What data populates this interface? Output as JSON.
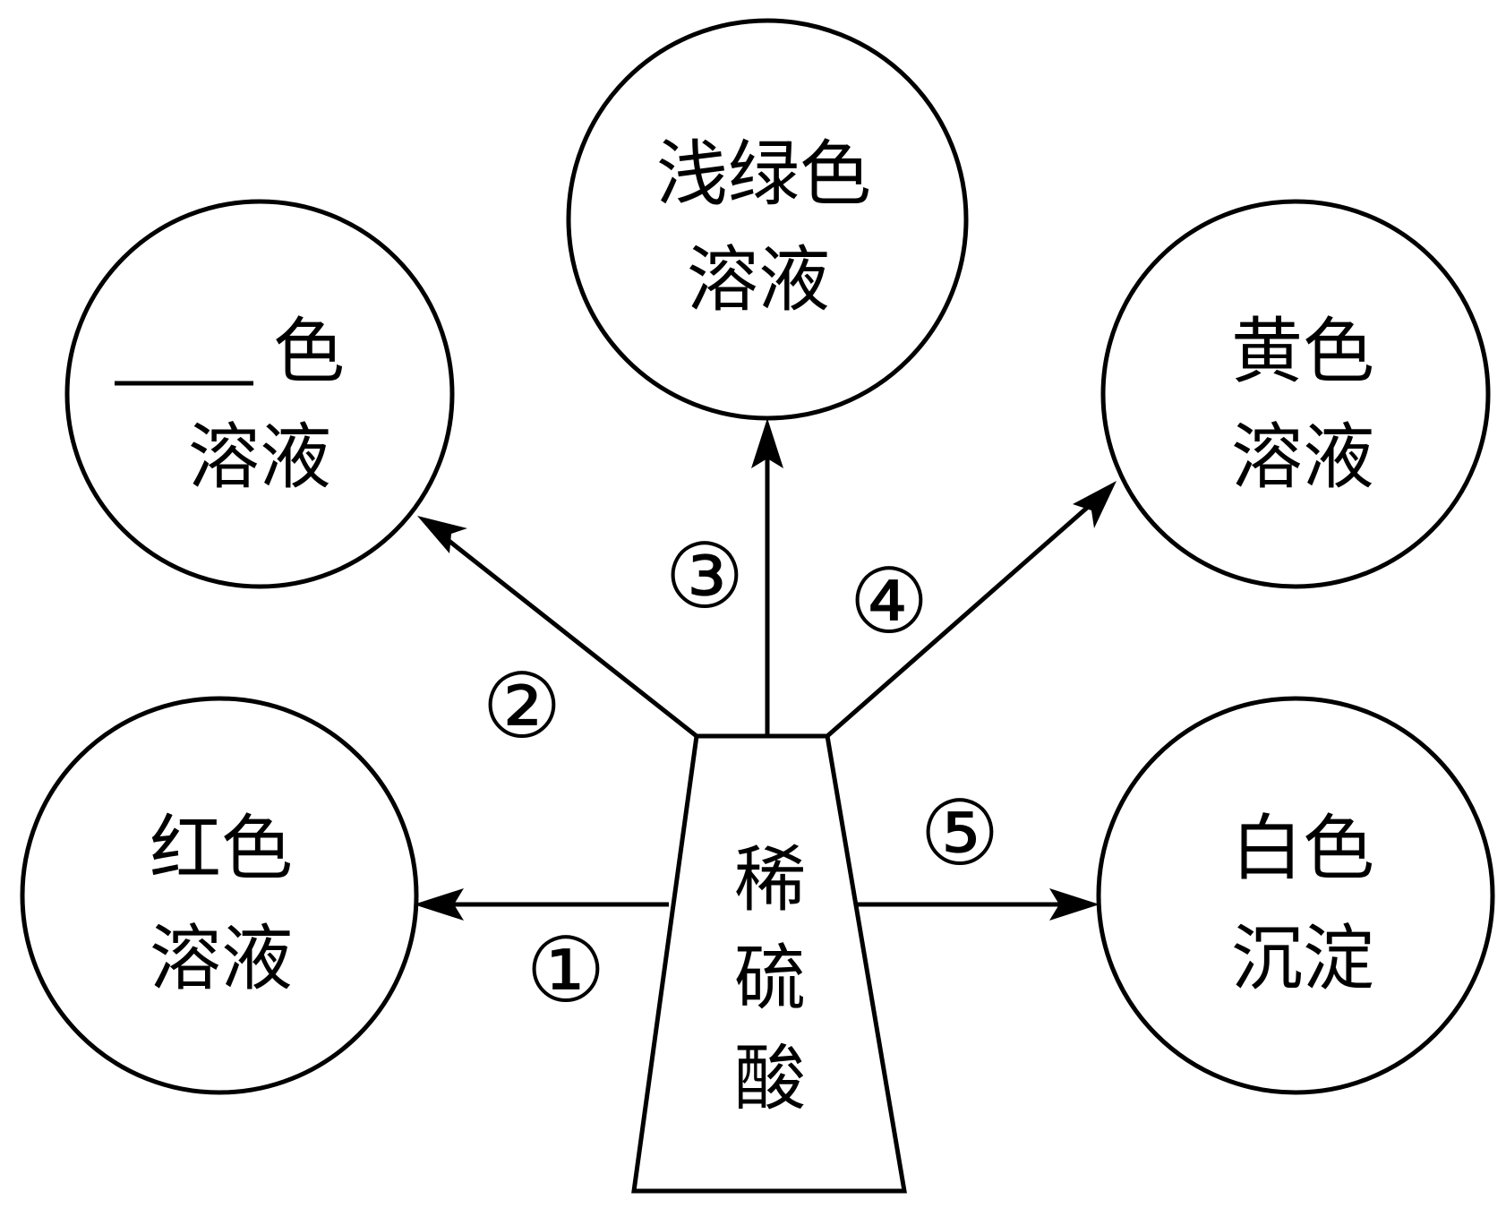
{
  "center": {
    "lines": [
      "稀",
      "硫",
      "酸"
    ]
  },
  "nodes": {
    "red": {
      "line1": "红色",
      "line2": "溶液"
    },
    "blank": {
      "line1": "色",
      "line2": "溶液"
    },
    "light_green": {
      "line1": "浅绿色",
      "line2": "溶液"
    },
    "yellow": {
      "line1": "黄色",
      "line2": "溶液"
    },
    "white": {
      "line1": "白色",
      "line2": "沉淀"
    }
  },
  "paths": {
    "p1": "①",
    "p2": "②",
    "p3": "③",
    "p4": "④",
    "p5": "⑤"
  }
}
